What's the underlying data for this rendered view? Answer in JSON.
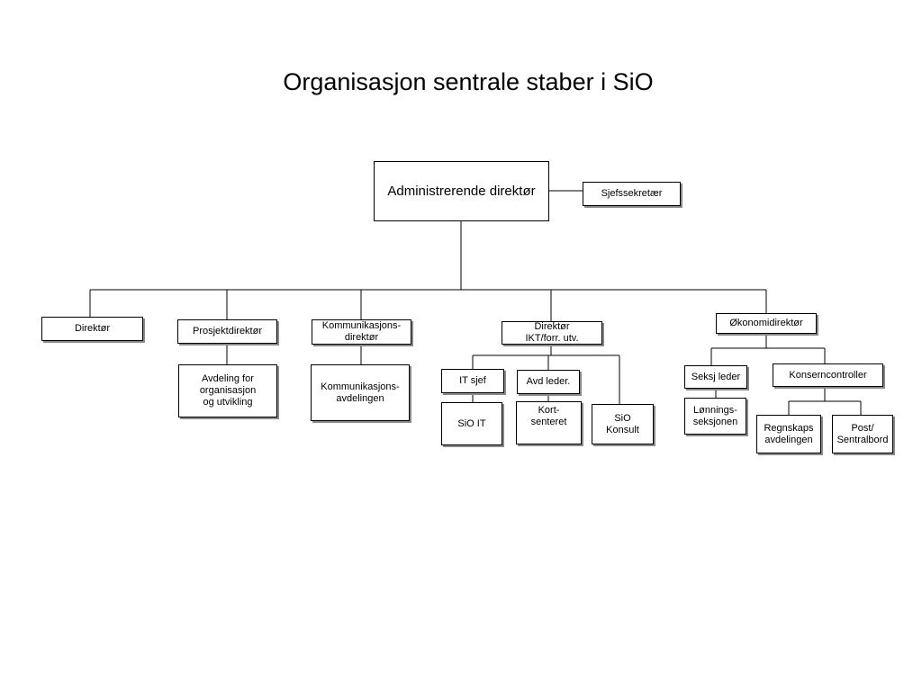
{
  "title": "Organisasjon sentrale staber i SiO",
  "nodes": {
    "administrerende_direktor": "Administrerende direktør",
    "sjefssekretar": "Sjefssekretær",
    "direktor": "Direktør",
    "prosjektdirektor": "Prosjektdirektør",
    "avdeling_organisasjon": "Avdeling for\norganisasjon\nog utvikling",
    "kommunikasjonsdirektor": "Kommunikasjons-\ndirektør",
    "kommunikasjonsavdelingen": "Kommunikasjons-\navdelingen",
    "direktor_ikt": "Direktør\nIKT/forr. utv.",
    "it_sjef": "IT sjef",
    "sio_it": "SiO IT",
    "avd_leder": "Avd leder.",
    "kortsenteret": "Kort-\nsenteret",
    "sio_konsult": "SiO\nKonsult",
    "okonomidirektor": "Økonomidirektør",
    "seksj_leder": "Seksj leder",
    "lonningsseksjonen": "Lønnings-\nseksjonen",
    "konserncontroller": "Konserncontroller",
    "regnskapsavdelingen": "Regnskaps\navdelingen",
    "post_sentralbord": "Post/\nSentralbord"
  }
}
